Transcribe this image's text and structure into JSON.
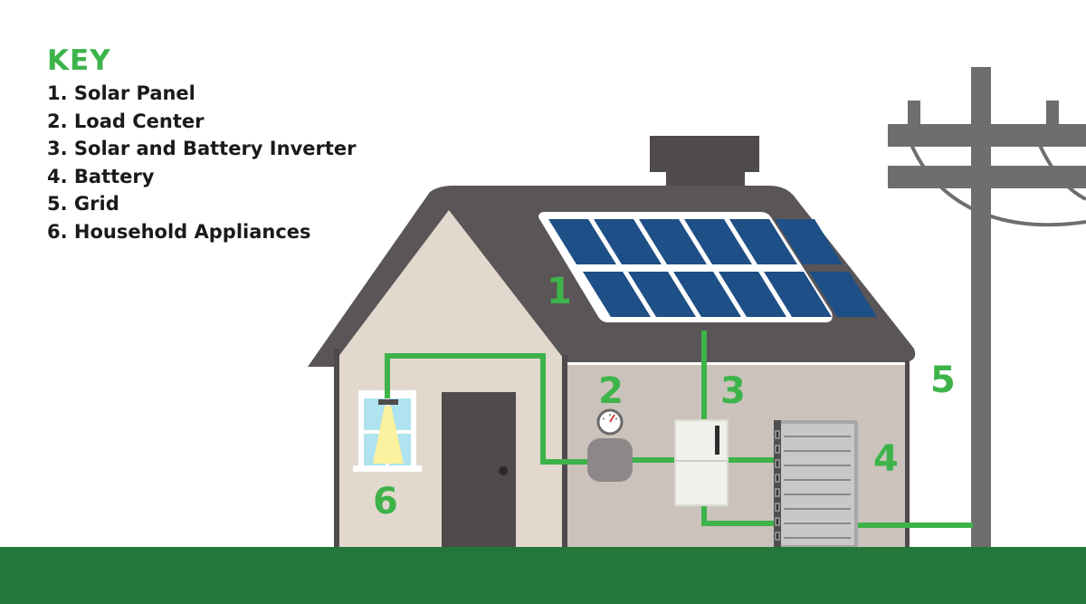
{
  "key": {
    "title": "KEY",
    "items": [
      "1. Solar Panel",
      "2. Load Center",
      "3. Solar and Battery Inverter",
      "4. Battery",
      "5. Grid",
      "6. Household Appliances"
    ]
  },
  "labels": {
    "solar_panel": "1",
    "load_center": "2",
    "inverter": "3",
    "battery": "4",
    "grid": "5",
    "appliances": "6"
  },
  "colors": {
    "accent_green": "#3db34a",
    "ground_green": "#23773a",
    "roof": "#5a5557",
    "wall_left": "#e3d8cd",
    "wall_right": "#cbc3bb",
    "panel_blue": "#1e4f86",
    "pole_gray": "#6e6e6e"
  }
}
